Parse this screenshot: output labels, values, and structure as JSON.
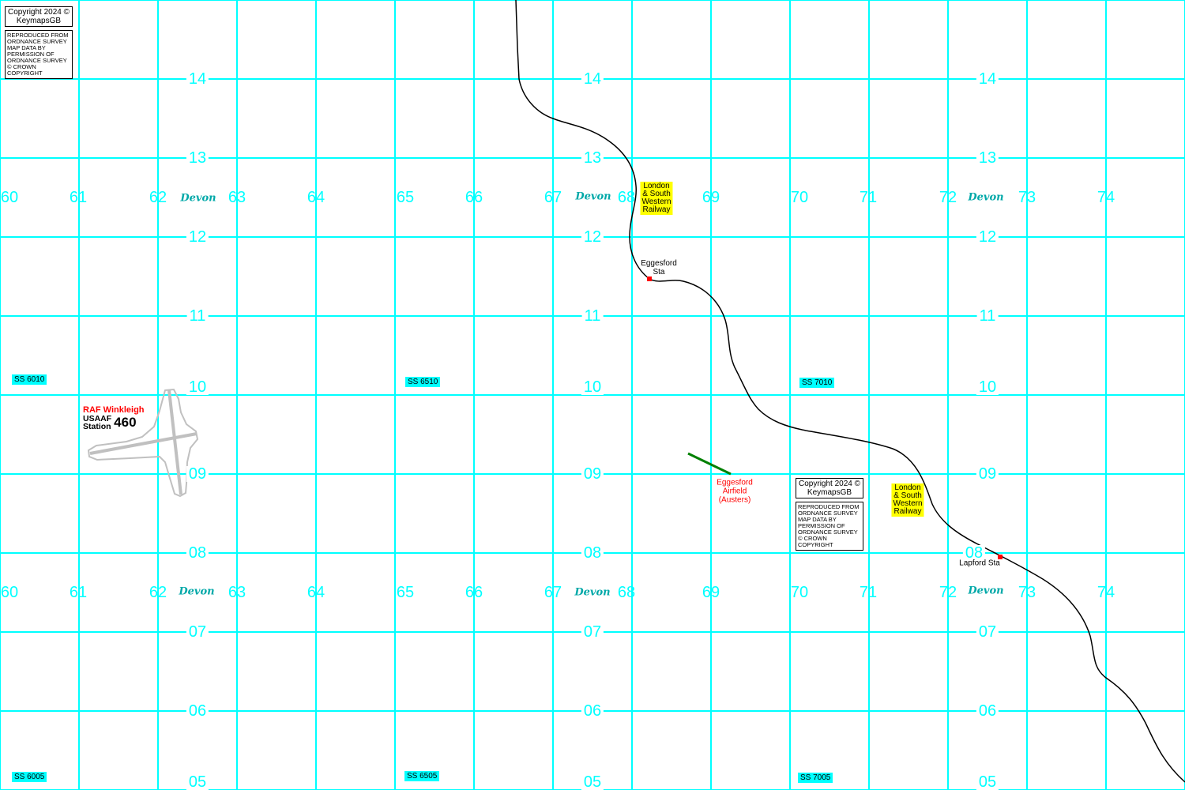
{
  "map": {
    "eastings": [
      "60",
      "61",
      "62",
      "63",
      "64",
      "65",
      "66",
      "67",
      "68",
      "69",
      "70",
      "71",
      "72",
      "73",
      "74"
    ],
    "northings": [
      "14",
      "13",
      "12",
      "11",
      "10",
      "09",
      "08",
      "07",
      "06",
      "05"
    ],
    "county": "Devon",
    "grid_refs": [
      "SS 6010",
      "SS 6510",
      "SS 7010",
      "SS 6005",
      "SS 6505",
      "SS 7005"
    ],
    "railway_label": [
      "London",
      "& South",
      "Western",
      "Railway"
    ],
    "stations": [
      {
        "name": [
          "Eggesford",
          "Sta"
        ]
      },
      {
        "name": [
          "Lapford Sta"
        ]
      }
    ],
    "airfields": {
      "winkleigh": {
        "title": "RAF Winkleigh",
        "sub1": "USAAF",
        "sub2": "Station",
        "number": "460"
      },
      "eggesford": {
        "lines": [
          "Eggesford",
          "Airfield",
          "(Austers)"
        ]
      }
    },
    "copyright": {
      "line1": "Copyright 2024 ©",
      "line2": "KeymapsGB",
      "notice": [
        "REPRODUCED FROM",
        "ORDNANCE SURVEY",
        "MAP DATA BY",
        "PERMISSION OF",
        "ORDNANCE SURVEY",
        "© CROWN COPYRIGHT"
      ]
    },
    "colors": {
      "grid": "#00ffff",
      "railway": "#000000",
      "station": "#ff0000",
      "runway": "#c0c0c0",
      "airstrip": "#008000",
      "label_bg": "#ffff00"
    }
  }
}
